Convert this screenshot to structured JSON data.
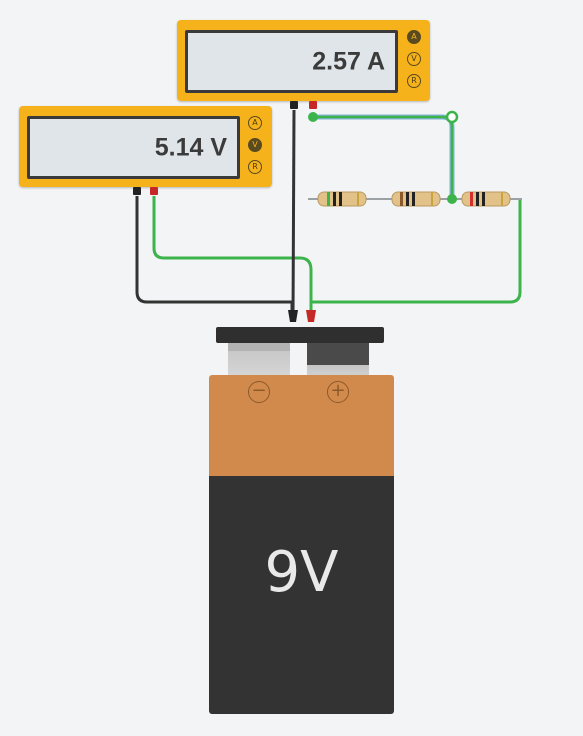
{
  "ammeter": {
    "reading": "2.57 A",
    "modes": [
      "A",
      "V",
      "R"
    ],
    "active_mode": "A"
  },
  "voltmeter": {
    "reading": "5.14 V",
    "modes": [
      "A",
      "V",
      "R"
    ],
    "active_mode": "V"
  },
  "battery": {
    "label": "9V",
    "negative_symbol": "−",
    "positive_symbol": "+"
  },
  "colors": {
    "meter_body": "#f6b21a",
    "wire_green": "#3cb44b",
    "wire_black": "#333333",
    "wire_blue": "#7fb3d5",
    "battery_top": "#d28a4c",
    "battery_body": "#333333"
  }
}
